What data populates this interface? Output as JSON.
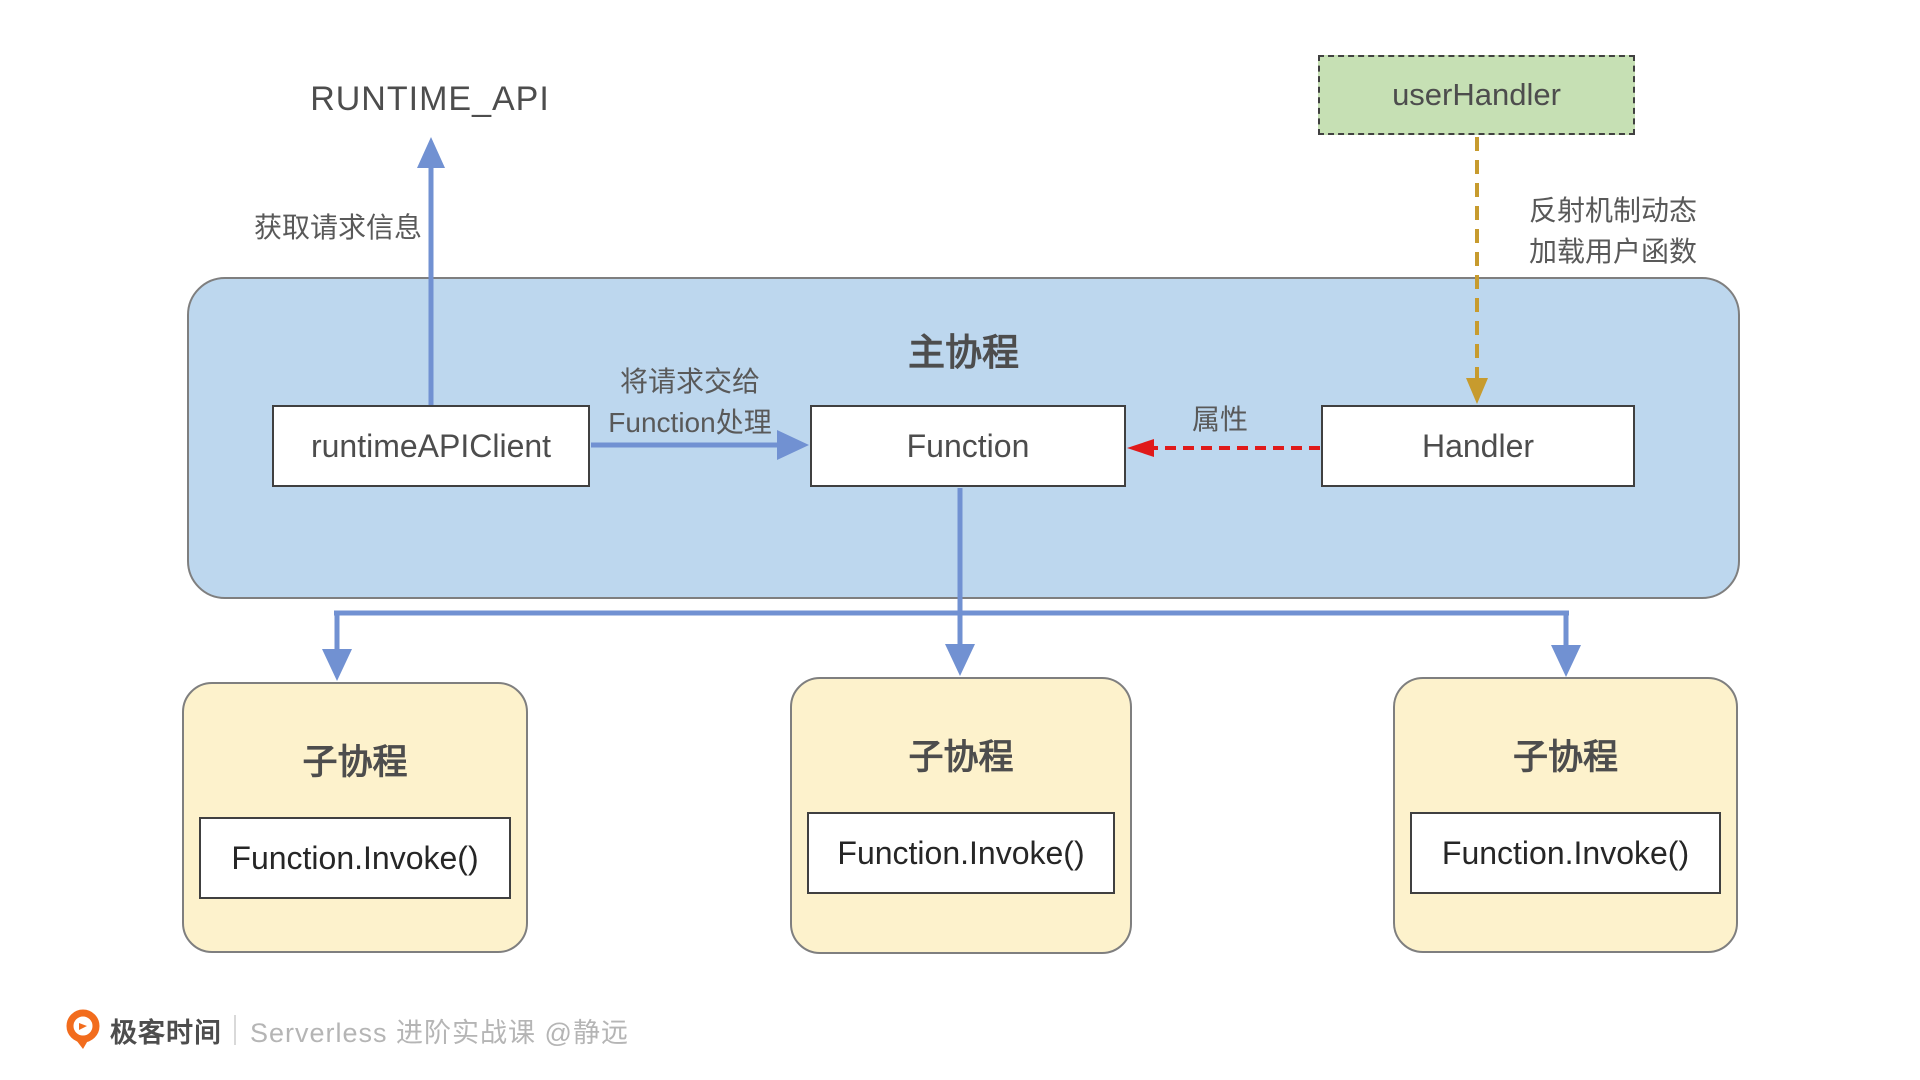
{
  "colors": {
    "arrow_blue": "#7191d2",
    "main_box_fill": "#bdd7ee",
    "main_box_border": "#7f7f7f",
    "sub_box_fill": "#fdf2cc",
    "sub_box_border": "#7f7f7f",
    "node_fill": "#ffffff",
    "node_border": "#404040",
    "user_handler_fill": "#c6e0b4",
    "user_handler_border": "#404040",
    "red_arrow": "#e01a1a",
    "gold_arrow": "#c79b2e",
    "text_dark": "#4d4d4d",
    "text_label": "#595959",
    "footer_text": "#b5b5b5",
    "brand_orange": "#f26c1d"
  },
  "top": {
    "runtime_api": "RUNTIME_API",
    "fetch_label": "获取请求信息"
  },
  "user_handler": {
    "label": "userHandler",
    "reflect_line1": "反射机制动态",
    "reflect_line2": "加载用户函数"
  },
  "main_box": {
    "title": "主协程",
    "runtime_api_client": "runtimeAPIClient",
    "function": "Function",
    "handler": "Handler",
    "handoff_line1": "将请求交给",
    "handoff_line2": "Function处理",
    "attribute_label": "属性"
  },
  "sub_boxes": [
    {
      "title": "子协程",
      "code": "Function.Invoke()"
    },
    {
      "title": "子协程",
      "code": "Function.Invoke()"
    },
    {
      "title": "子协程",
      "code": "Function.Invoke()"
    }
  ],
  "footer": {
    "logo_icon": "geektime-logo",
    "brand": "极客时间",
    "course": "Serverless 进阶实战课 @静远"
  }
}
